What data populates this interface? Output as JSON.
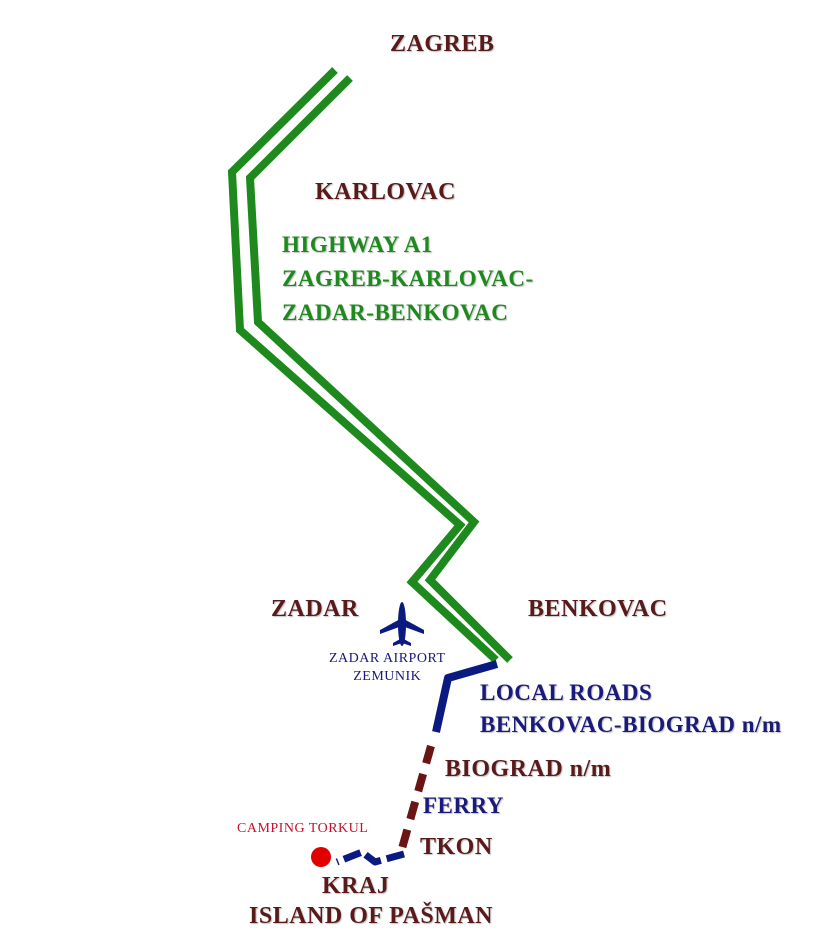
{
  "cities": {
    "zagreb": "ZAGREB",
    "karlovac": "KARLOVAC",
    "zadar": "ZADAR",
    "benkovac": "BENKOVAC",
    "biograd": "BIOGRAD n/m",
    "tkon": "TKON",
    "kraj": "KRAJ",
    "island": "ISLAND OF PAŠMAN"
  },
  "highway": {
    "line1": "HIGHWAY A1",
    "line2": "ZAGREB-KARLOVAC-",
    "line3": "ZADAR-BENKOVAC",
    "color": "#1e8a1e"
  },
  "local_roads": {
    "line1": "LOCAL ROADS",
    "line2": "BENKOVAC-BIOGRAD n/m",
    "color": "#0b1a80"
  },
  "ferry": {
    "label": "FERRY",
    "color": "#6b1414"
  },
  "airport": {
    "line1": "ZADAR AIRPORT",
    "line2": "ZEMUNIK",
    "icon": "airplane-icon"
  },
  "camping": {
    "label": "CAMPING TORKUL",
    "color": "#e00000",
    "icon": "location-dot-icon"
  }
}
